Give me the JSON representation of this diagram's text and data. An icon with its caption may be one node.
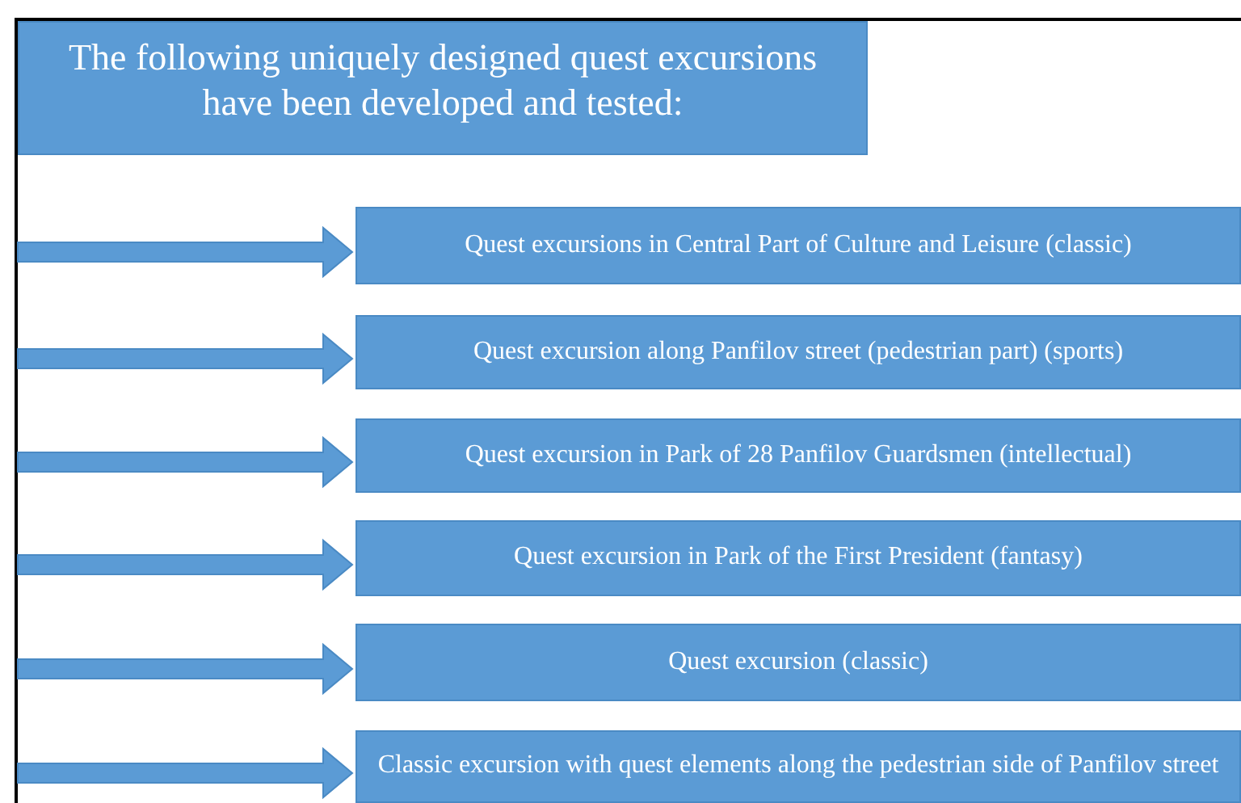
{
  "diagram": {
    "nodes": [
      {
        "text": [
          "The following uniquely designed quest excursions have been developed and tested:"
        ]
      },
      {
        "text": [
          "Quest excursions in Central Part of Culture and Leisure (classic)"
        ]
      },
      {
        "text": [
          "Quest excursion along Panfilov street (pedestrian part) (sports)"
        ]
      },
      {
        "text": [
          "Quest excursion in Park of 28 Panfilov Guardsmen (intellectual)"
        ]
      },
      {
        "text": [
          "Quest excursion in Park of the First President (fantasy)"
        ]
      },
      {
        "text": [
          "Quest excursion (classic)"
        ]
      },
      {
        "text": [
          "Classic excursion with quest elements along the pedestrian side of Panfilov street"
        ]
      }
    ],
    "edges": [
      {
        "from": null,
        "to": 1,
        "arrow": "to"
      },
      {
        "from": null,
        "to": 2,
        "arrow": "to"
      },
      {
        "from": null,
        "to": 3,
        "arrow": "to"
      },
      {
        "from": null,
        "to": 4,
        "arrow": "to"
      },
      {
        "from": null,
        "to": 5,
        "arrow": "to"
      },
      {
        "from": null,
        "to": 6,
        "arrow": "to"
      }
    ]
  }
}
